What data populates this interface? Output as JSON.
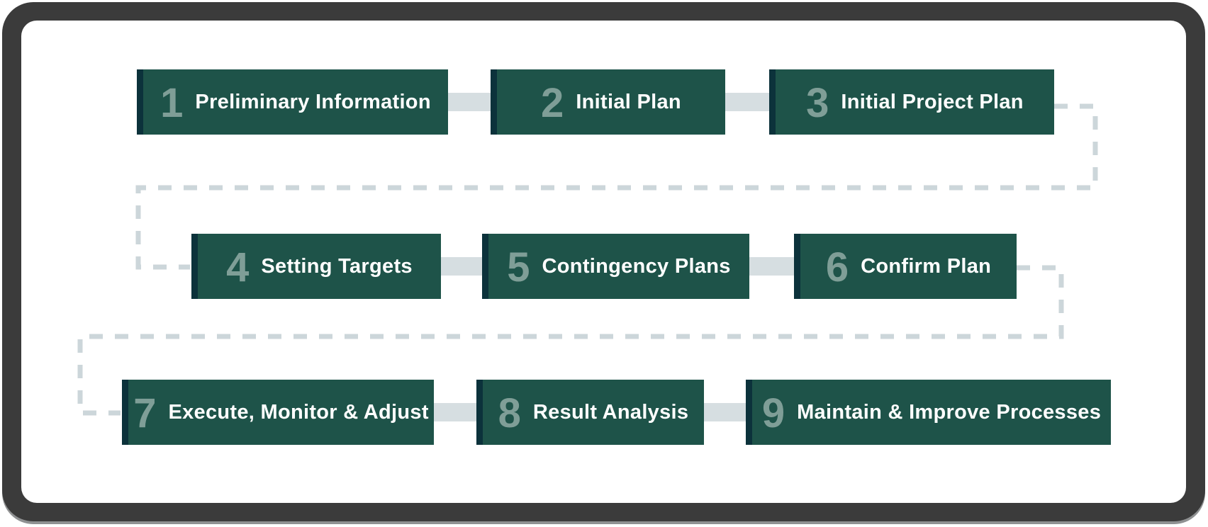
{
  "diagram": {
    "type": "process-flow",
    "step_count": 9,
    "flow": "left-to-right, wrapping top row to bottom row via dashed connectors"
  },
  "steps": [
    {
      "number": "1",
      "label": "Preliminary Information"
    },
    {
      "number": "2",
      "label": "Initial Plan"
    },
    {
      "number": "3",
      "label": "Initial Project Plan"
    },
    {
      "number": "4",
      "label": "Setting Targets"
    },
    {
      "number": "5",
      "label": "Contingency Plans"
    },
    {
      "number": "6",
      "label": "Confirm Plan"
    },
    {
      "number": "7",
      "label": "Execute, Monitor & Adjust"
    },
    {
      "number": "8",
      "label": "Result Analysis"
    },
    {
      "number": "9",
      "label": "Maintain & Improve Processes"
    }
  ],
  "colors": {
    "box_green": "#1e5349",
    "box_edge_dark": "#0c323b",
    "number_sage": "#7f9e97",
    "label_white": "#ffffff",
    "connector_gray": "#d6dee1",
    "dashed_gray": "#ccd6da",
    "frame_dark": "#3b3b3b",
    "frame_bottom_edge": "#8f9192",
    "background": "#ffffff"
  }
}
